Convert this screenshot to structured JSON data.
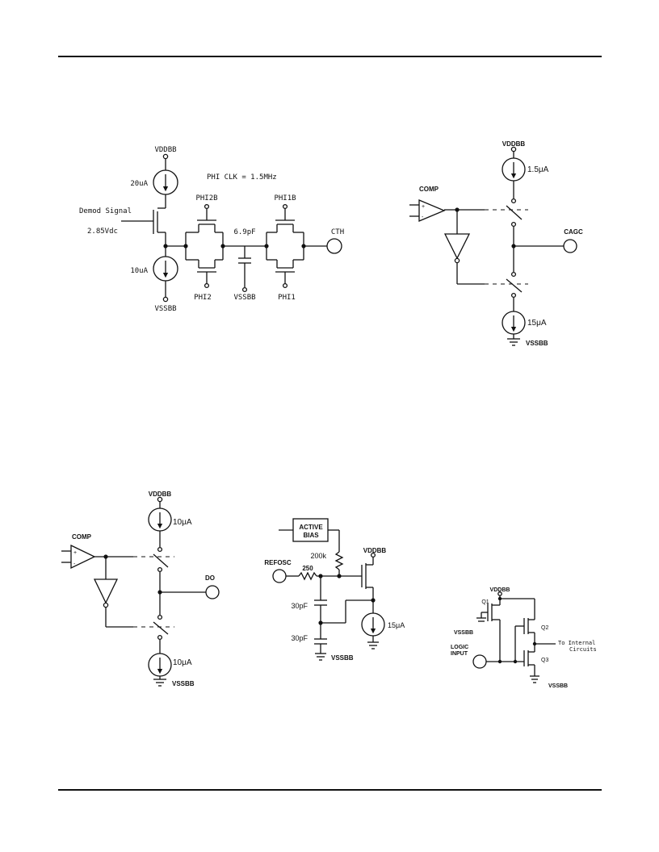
{
  "fig_cth": {
    "vdd": "VDDBB",
    "i_top": "20uA",
    "phi_clk": "PHI CLK = 1.5MHz",
    "demod": "Demod Signal",
    "vdc": "2.85Vdc",
    "phi2b": "PHI2B",
    "phi1b": "PHI1B",
    "cap": "6.9pF",
    "cth": "CTH",
    "i_bot": "10uA",
    "vss": "VSSBB",
    "phi2": "PHI2",
    "vss_mid": "VSSBB",
    "phi1": "PHI1"
  },
  "fig_cagc": {
    "vdd": "VDDBB",
    "i_top": "1.5μA",
    "comp": "COMP",
    "plus": "+",
    "minus": "-",
    "out": "CAGC",
    "i_bot": "15μA",
    "vss": "VSSBB"
  },
  "fig_do": {
    "vdd": "VDDBB",
    "i_top": "10μA",
    "comp": "COMP",
    "plus": "+",
    "minus": "-",
    "out": "DO",
    "i_bot": "10μA",
    "vss": "VSSBB"
  },
  "fig_refosc": {
    "bias_line1": "ACTIVE",
    "bias_line2": "BIAS",
    "res1": "200k",
    "vdd": "VDDBB",
    "in": "REFOSC",
    "res2": "250",
    "cap1": "30pF",
    "cap2": "30pF",
    "i_src": "15μA",
    "vss": "VSSBB"
  },
  "fig_logic": {
    "vdd": "VDDBB",
    "q1": "Q1",
    "vss_left": "VSSBB",
    "q2": "Q2",
    "out_line1": "To Internal",
    "out_line2": "Circuits",
    "in_line1": "LOGIC",
    "in_line2": "INPUT",
    "q3": "Q3",
    "vss": "VSSBB"
  }
}
